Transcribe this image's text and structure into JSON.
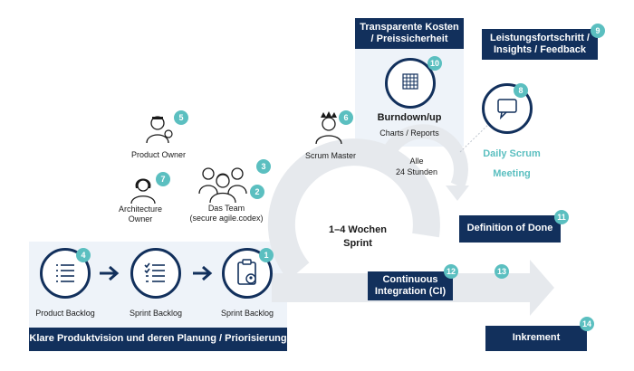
{
  "transparency": {
    "title_line1": "Transparente Kosten",
    "title_line2": "/ Preissicherheit",
    "burndown": "Burndown/up",
    "charts": "Charts / Reports",
    "badge": "10"
  },
  "insights": {
    "line1": "Leistungsfortschritt /",
    "line2": "Insights / Feedback",
    "badge": "9"
  },
  "daily_scrum": {
    "line1": "Daily Scrum",
    "line2": "Meeting",
    "badge": "8"
  },
  "cycle": {
    "alle": "Alle",
    "hours": "24 Stunden",
    "weeks": "1–4 Wochen",
    "sprint": "Sprint"
  },
  "roles": {
    "product_owner": {
      "label": "Product Owner",
      "badge": "5"
    },
    "scrum_master": {
      "label": "Scrum Master",
      "badge": "6"
    },
    "architecture_owner": {
      "line1": "Architecture",
      "line2": "Owner",
      "badge": "7"
    },
    "team": {
      "line1": "Das Team",
      "line2": "(secure agile.codex)",
      "badge_a": "3",
      "badge_b": "2"
    }
  },
  "definition_of_done": {
    "label": "Definition of Done",
    "badge": "11"
  },
  "ci": {
    "line1": "Continuous",
    "line2": "Integration (CI)",
    "badge": "12"
  },
  "step13": {
    "badge": "13"
  },
  "increment": {
    "label": "Inkrement",
    "badge": "14"
  },
  "backlogs": [
    {
      "label": "Product Backlog",
      "badge": "4",
      "icon": "list-icon"
    },
    {
      "label": "Sprint Backlog",
      "badge": "",
      "icon": "checklist-icon"
    },
    {
      "label": "Sprint Backlog",
      "badge": "1",
      "icon": "clipboard-user-icon"
    }
  ],
  "vision_bar": "Klare Produktvision und deren Planung / Priorisierung",
  "colors": {
    "navy": "#12305c",
    "teal": "#5bbfc0",
    "light_gray": "#e6e9ed",
    "panel_blue": "#eef3f9"
  }
}
